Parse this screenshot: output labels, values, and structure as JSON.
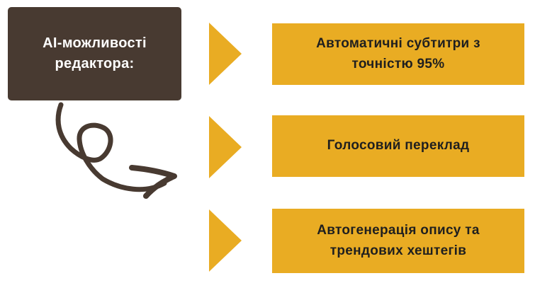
{
  "colors": {
    "brown": "#483A31",
    "yellow": "#E9AC23",
    "text_dark": "#1F1F1F",
    "text_light": "#FFFFFF",
    "background": "#FFFFFF"
  },
  "header": {
    "label": "AI-можливості редактора:"
  },
  "features": [
    {
      "label": "Автоматичні субтитри з точністю 95%"
    },
    {
      "label": "Голосовий переклад"
    },
    {
      "label": "Автогенерація опису та трендових хештегів"
    }
  ],
  "icons": {
    "curly_arrow": "hand-drawn-curly-arrow",
    "bullet_triangle": "right-pointing-triangle"
  }
}
